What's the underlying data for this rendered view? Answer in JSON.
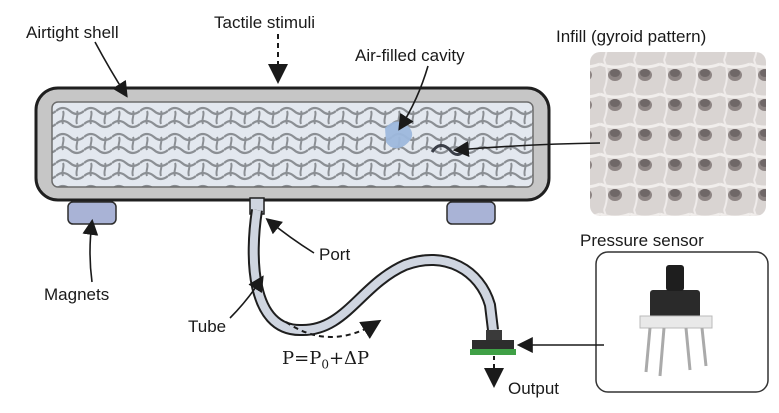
{
  "labels": {
    "airtight_shell": "Airtight shell",
    "tactile_stimuli": "Tactile stimuli",
    "air_filled_cavity": "Air-filled cavity",
    "infill": "Infill (gyroid pattern)",
    "pressure_sensor": "Pressure sensor",
    "port": "Port",
    "magnets": "Magnets",
    "tube": "Tube",
    "output": "Output"
  },
  "formula": {
    "lhs": "P=P",
    "subscript": "0",
    "rhs": "+ΔP"
  },
  "colors": {
    "shell": "#c6c6c6",
    "shell_inner": "#b5b5b5",
    "infill_fill": "#dde3ec",
    "cavity": "#9db8dc",
    "magnet": "#a9b3d6",
    "tube": "#cfd5e0",
    "sensor_base": "#3fa046"
  }
}
